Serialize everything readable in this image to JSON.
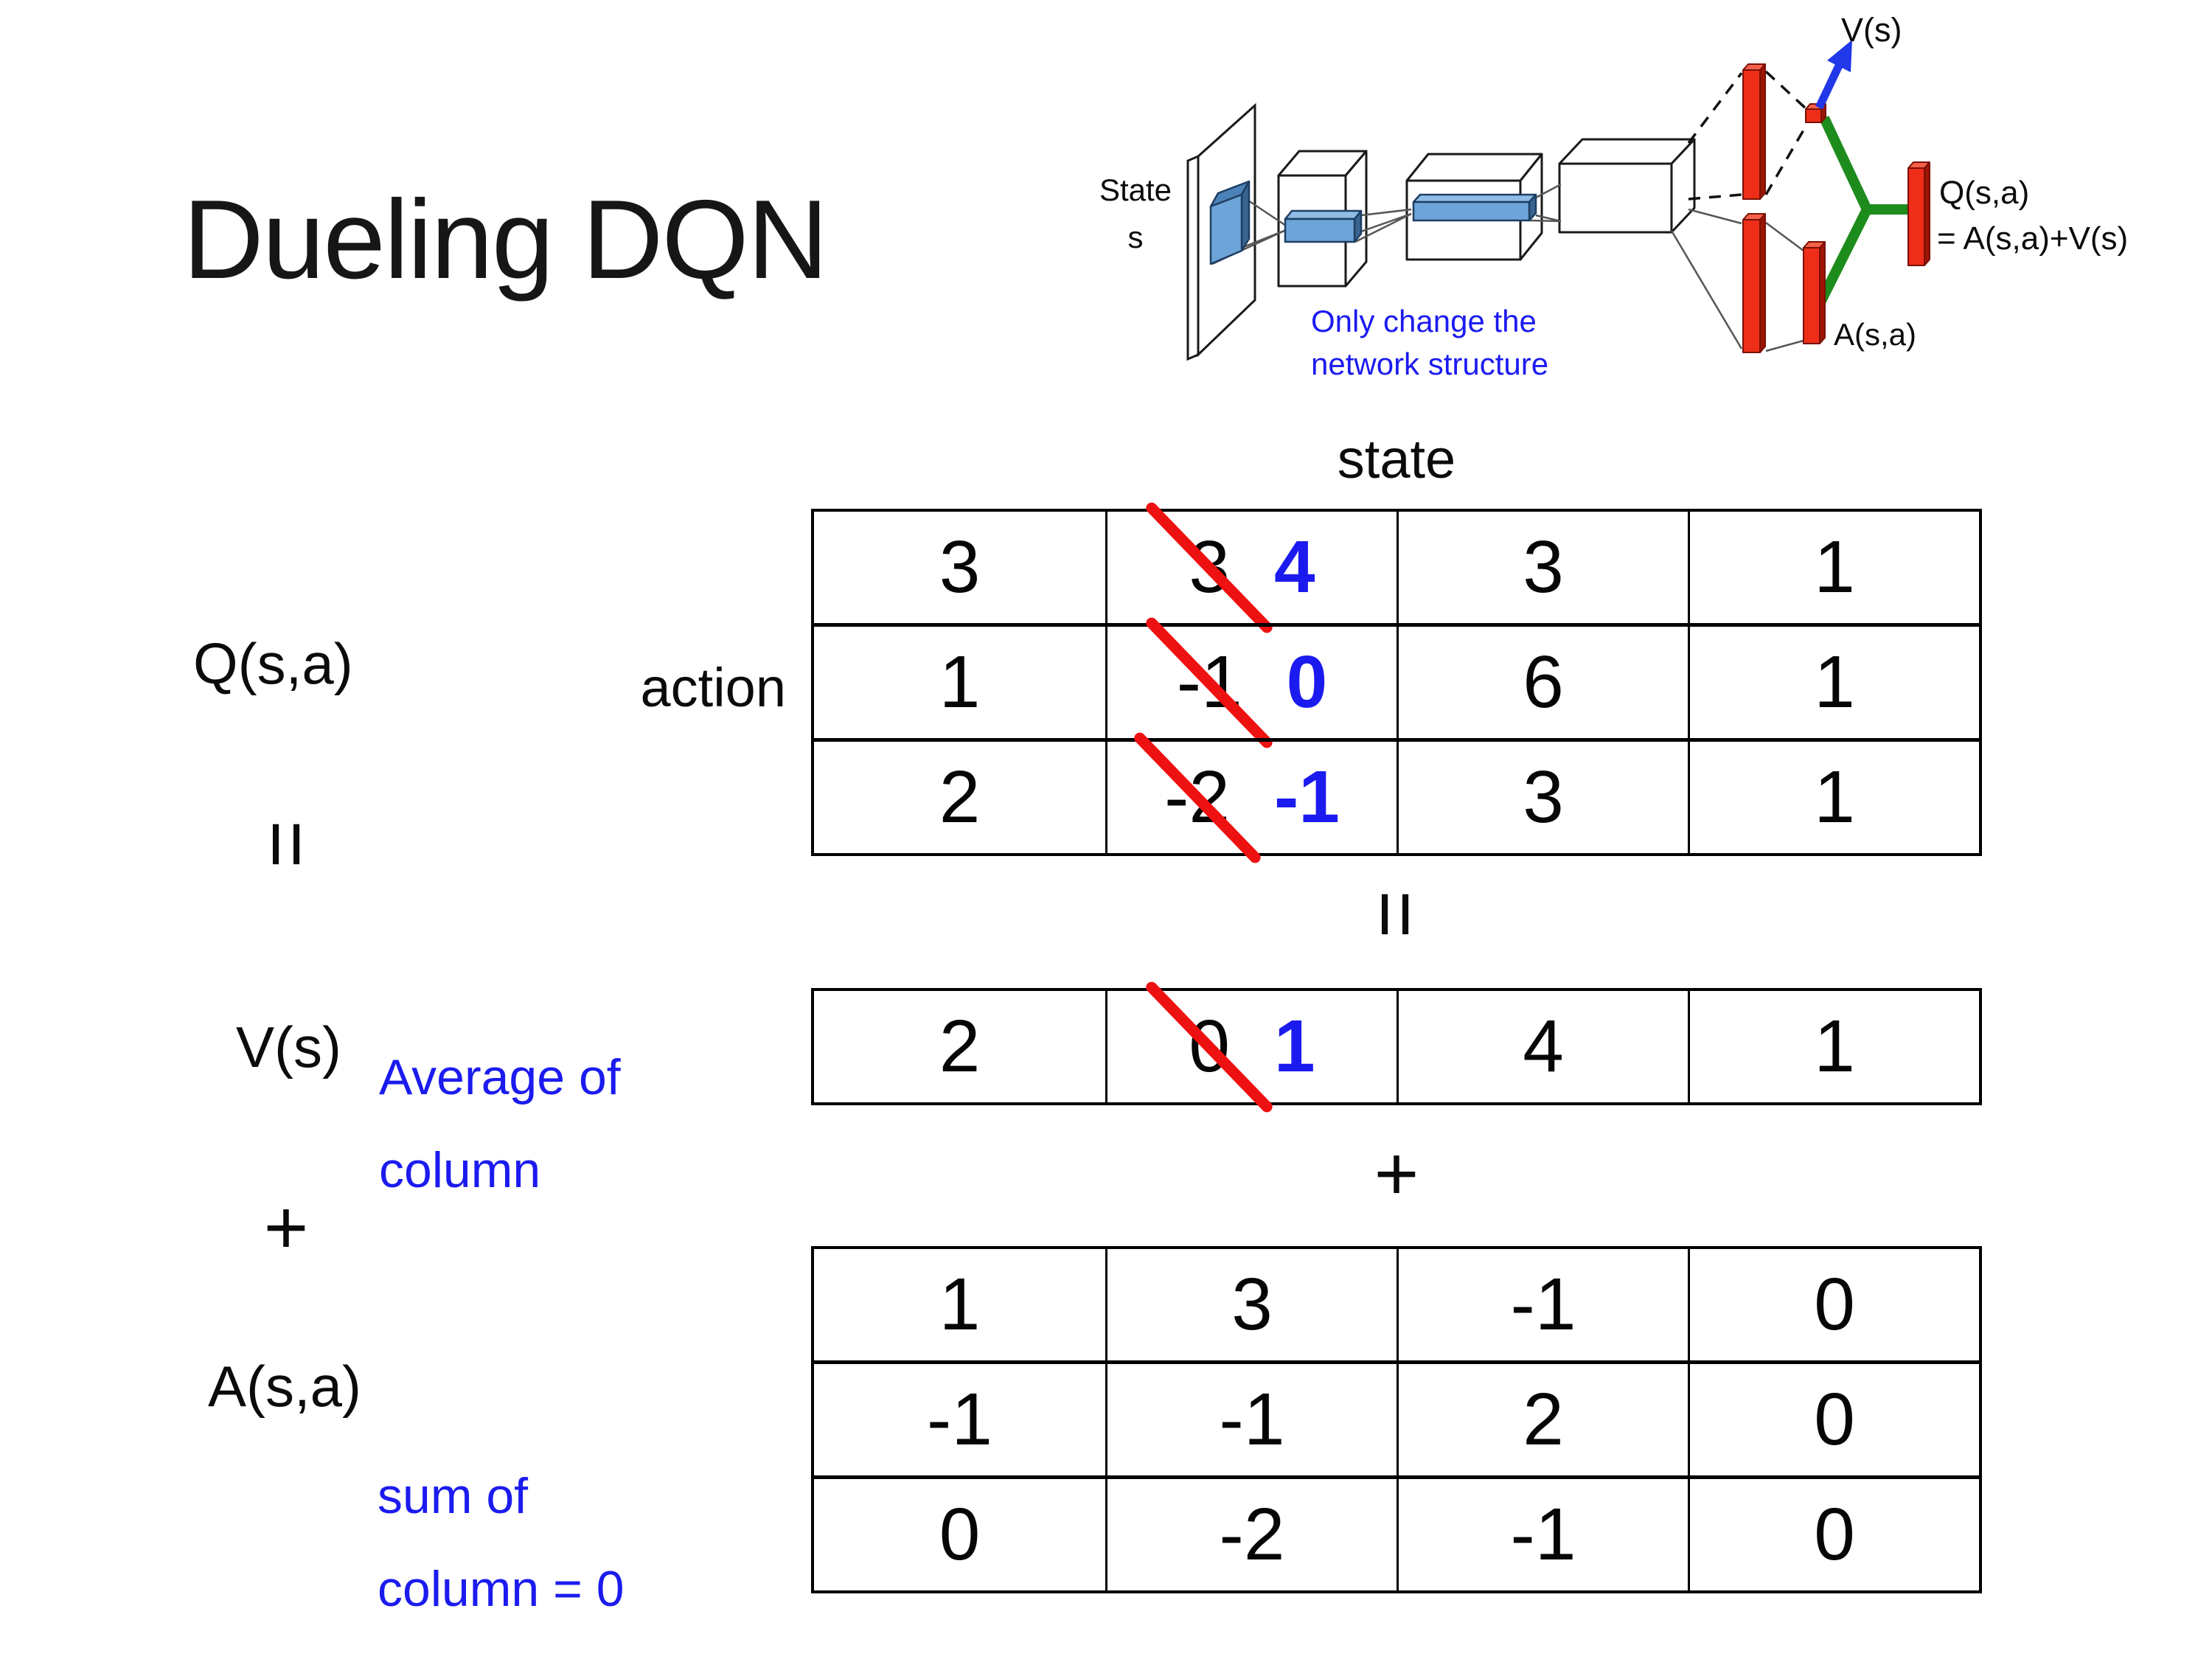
{
  "title": "Dueling DQN",
  "colors": {
    "accent_blue": "#1b1bef",
    "strike_red": "#ee1111",
    "bar_red": "#ee2e18",
    "bar_red_dark": "#9c1505",
    "bar_red_light": "#f4604b",
    "green": "#1d8c1d",
    "arrow_blue": "#2138e8",
    "slab_blue": "#6ea5d8"
  },
  "diagram": {
    "state_line1": "State",
    "state_line2": "s",
    "note_line1": "Only change the",
    "note_line2": "network structure",
    "v_out_label": "V(s)",
    "q_out_line1": "Q(s,a)",
    "q_out_line2": "= A(s,a)+V(s)",
    "a_out_label": "A(s,a)"
  },
  "equation": {
    "q_label": "Q(s,a)",
    "equals": "=",
    "v_label": "V(s)",
    "plus": "+",
    "a_label": "A(s,a)",
    "avg_line1": "Average of",
    "avg_line2": "column",
    "sum_line1": "sum of",
    "sum_line2": "column = 0"
  },
  "grid": {
    "state_header": "state",
    "action_header": "action",
    "center_equals": "=",
    "center_plus": "+",
    "q_rows": [
      {
        "cells": [
          {
            "v": "3"
          },
          {
            "old": "3",
            "new": "4"
          },
          {
            "v": "3"
          },
          {
            "v": "1"
          }
        ]
      },
      {
        "cells": [
          {
            "v": "1"
          },
          {
            "old": "-1",
            "new": "0"
          },
          {
            "v": "6"
          },
          {
            "v": "1"
          }
        ]
      },
      {
        "cells": [
          {
            "v": "2"
          },
          {
            "old": "-2",
            "new": "-1"
          },
          {
            "v": "3"
          },
          {
            "v": "1"
          }
        ]
      }
    ],
    "v_row": {
      "cells": [
        {
          "v": "2"
        },
        {
          "old": "0",
          "new": "1"
        },
        {
          "v": "4"
        },
        {
          "v": "1"
        }
      ]
    },
    "a_rows": [
      {
        "cells": [
          {
            "v": "1"
          },
          {
            "v": "3"
          },
          {
            "v": "-1"
          },
          {
            "v": "0"
          }
        ]
      },
      {
        "cells": [
          {
            "v": "-1"
          },
          {
            "v": "-1"
          },
          {
            "v": "2"
          },
          {
            "v": "0"
          }
        ]
      },
      {
        "cells": [
          {
            "v": "0"
          },
          {
            "v": "-2"
          },
          {
            "v": "-1"
          },
          {
            "v": "0"
          }
        ]
      }
    ]
  }
}
